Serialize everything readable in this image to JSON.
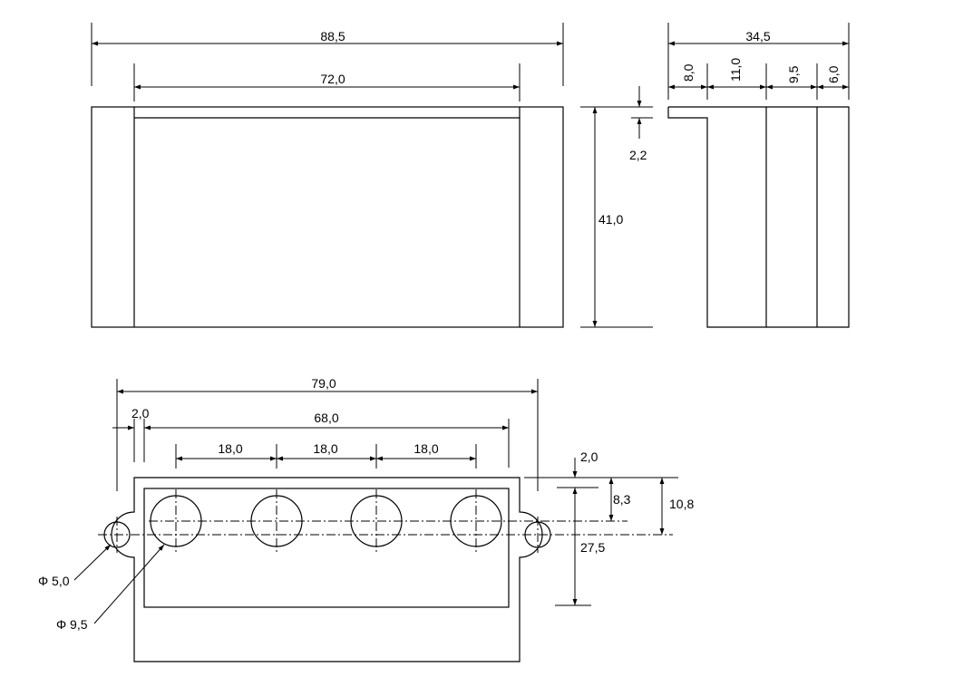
{
  "front_view": {
    "overall_width": "88,5",
    "inner_width": "72,0",
    "height": "41,0",
    "lip": "2,2"
  },
  "side_view": {
    "overall_depth": "34,5",
    "segment_1": "8,0",
    "segment_2": "11,0",
    "segment_3": "9,5",
    "segment_4": "6,0"
  },
  "top_view": {
    "overall_width": "79,0",
    "offset": "2,0",
    "inner_width": "68,0",
    "hole_pitches": [
      "18,0",
      "18,0",
      "18,0"
    ],
    "top_offset": "2,0",
    "to_center": "8,3",
    "to_center_total": "10,8",
    "inner_depth": "27,5",
    "small_hole_diameter": "Φ 5,0",
    "large_hole_diameter": "Φ 9,5"
  }
}
